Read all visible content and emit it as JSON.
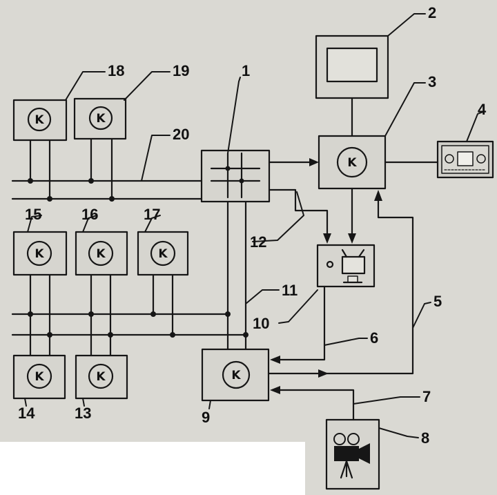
{
  "module_symbol": "K",
  "callouts": [
    "1",
    "2",
    "3",
    "4",
    "5",
    "6",
    "7",
    "8",
    "9",
    "10",
    "11",
    "12",
    "13",
    "14",
    "15",
    "16",
    "17",
    "18",
    "19",
    "20"
  ]
}
